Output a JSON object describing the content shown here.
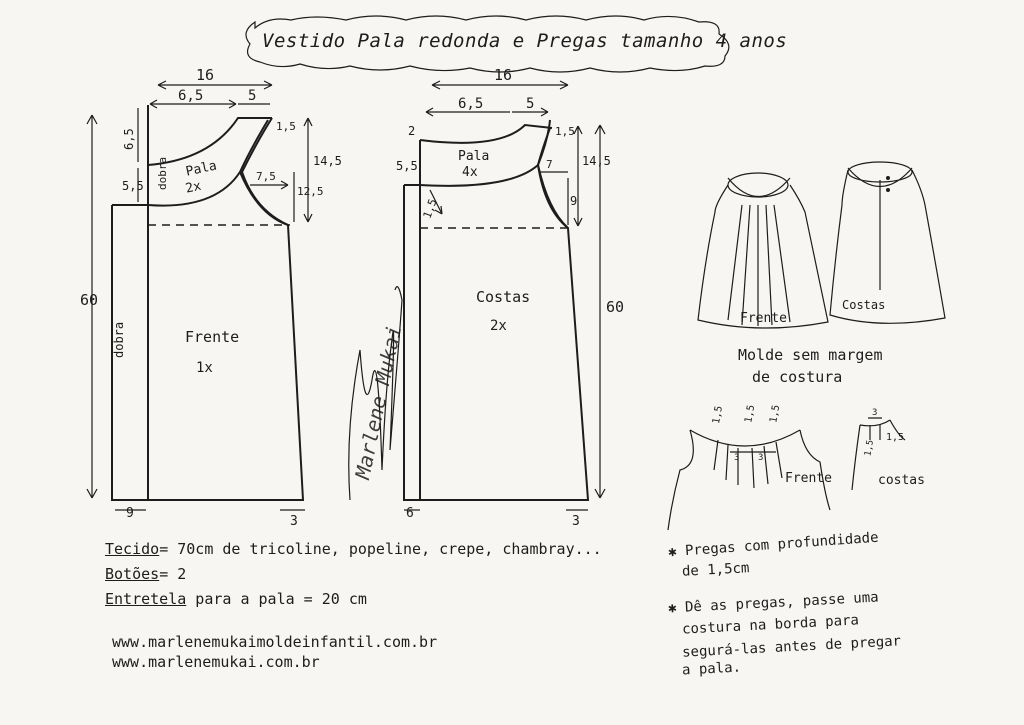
{
  "title": "Vestido Pala redonda e Pregas tamanho 4 anos",
  "front": {
    "width_top": "16",
    "w1": "6,5",
    "w2": "5",
    "h_pala": "6,5",
    "h_dobra": "5,5",
    "shoulder": "1,5",
    "armhole_total": "14,5",
    "armhole_w": "7,5",
    "armhole_h": "12,5",
    "pala_label": "Pala",
    "pala_qty": "2x",
    "fold_label": "dobra",
    "fold_body_label": "dobra",
    "height": "60",
    "name": "Frente",
    "qty": "1x",
    "hem_left": "9",
    "hem_right": "3"
  },
  "back": {
    "width_top": "16",
    "w1": "6,5",
    "w2": "5",
    "h1": "2",
    "h2": "5,5",
    "shoulder": "1,5",
    "armhole_total": "14,5",
    "armhole_w": "7",
    "armhole_h": "9",
    "diag": "1,5",
    "pala_label": "Pala",
    "pala_qty": "4x",
    "height": "60",
    "name": "Costas",
    "qty": "2x",
    "hem_left": "6",
    "hem_right": "3"
  },
  "sketches": {
    "front_label": "Frente",
    "back_label": "Costas",
    "caption_line1": "Molde sem margem",
    "caption_line2": "de costura"
  },
  "detail": {
    "front_label": "Frente",
    "back_label": "costas",
    "m15": "1,5",
    "m3": "3",
    "back_m3": "3"
  },
  "materials": {
    "tecido_label": "Tecido",
    "tecido_value": "= 70cm  de  tricoline, popeline, crepe, chambray...",
    "botoes_label": "Botões",
    "botoes_value": "= 2",
    "entretela_label": "Entretela",
    "entretela_value": " para a pala = 20 cm"
  },
  "urls": [
    "www.marlenemukaimoldeinfantil.com.br",
    "www.marlenemukai.com.br"
  ],
  "notes": {
    "n1_line1": "✱ Pregas com profundidade",
    "n1_line2": "de 1,5cm",
    "n2_line1": "✱ Dê as pregas, passe uma",
    "n2_line2": "costura na borda para",
    "n2_line3": "segurá-las antes de pregar",
    "n2_line4": "a pala."
  },
  "signature": "Marlene Mukai"
}
